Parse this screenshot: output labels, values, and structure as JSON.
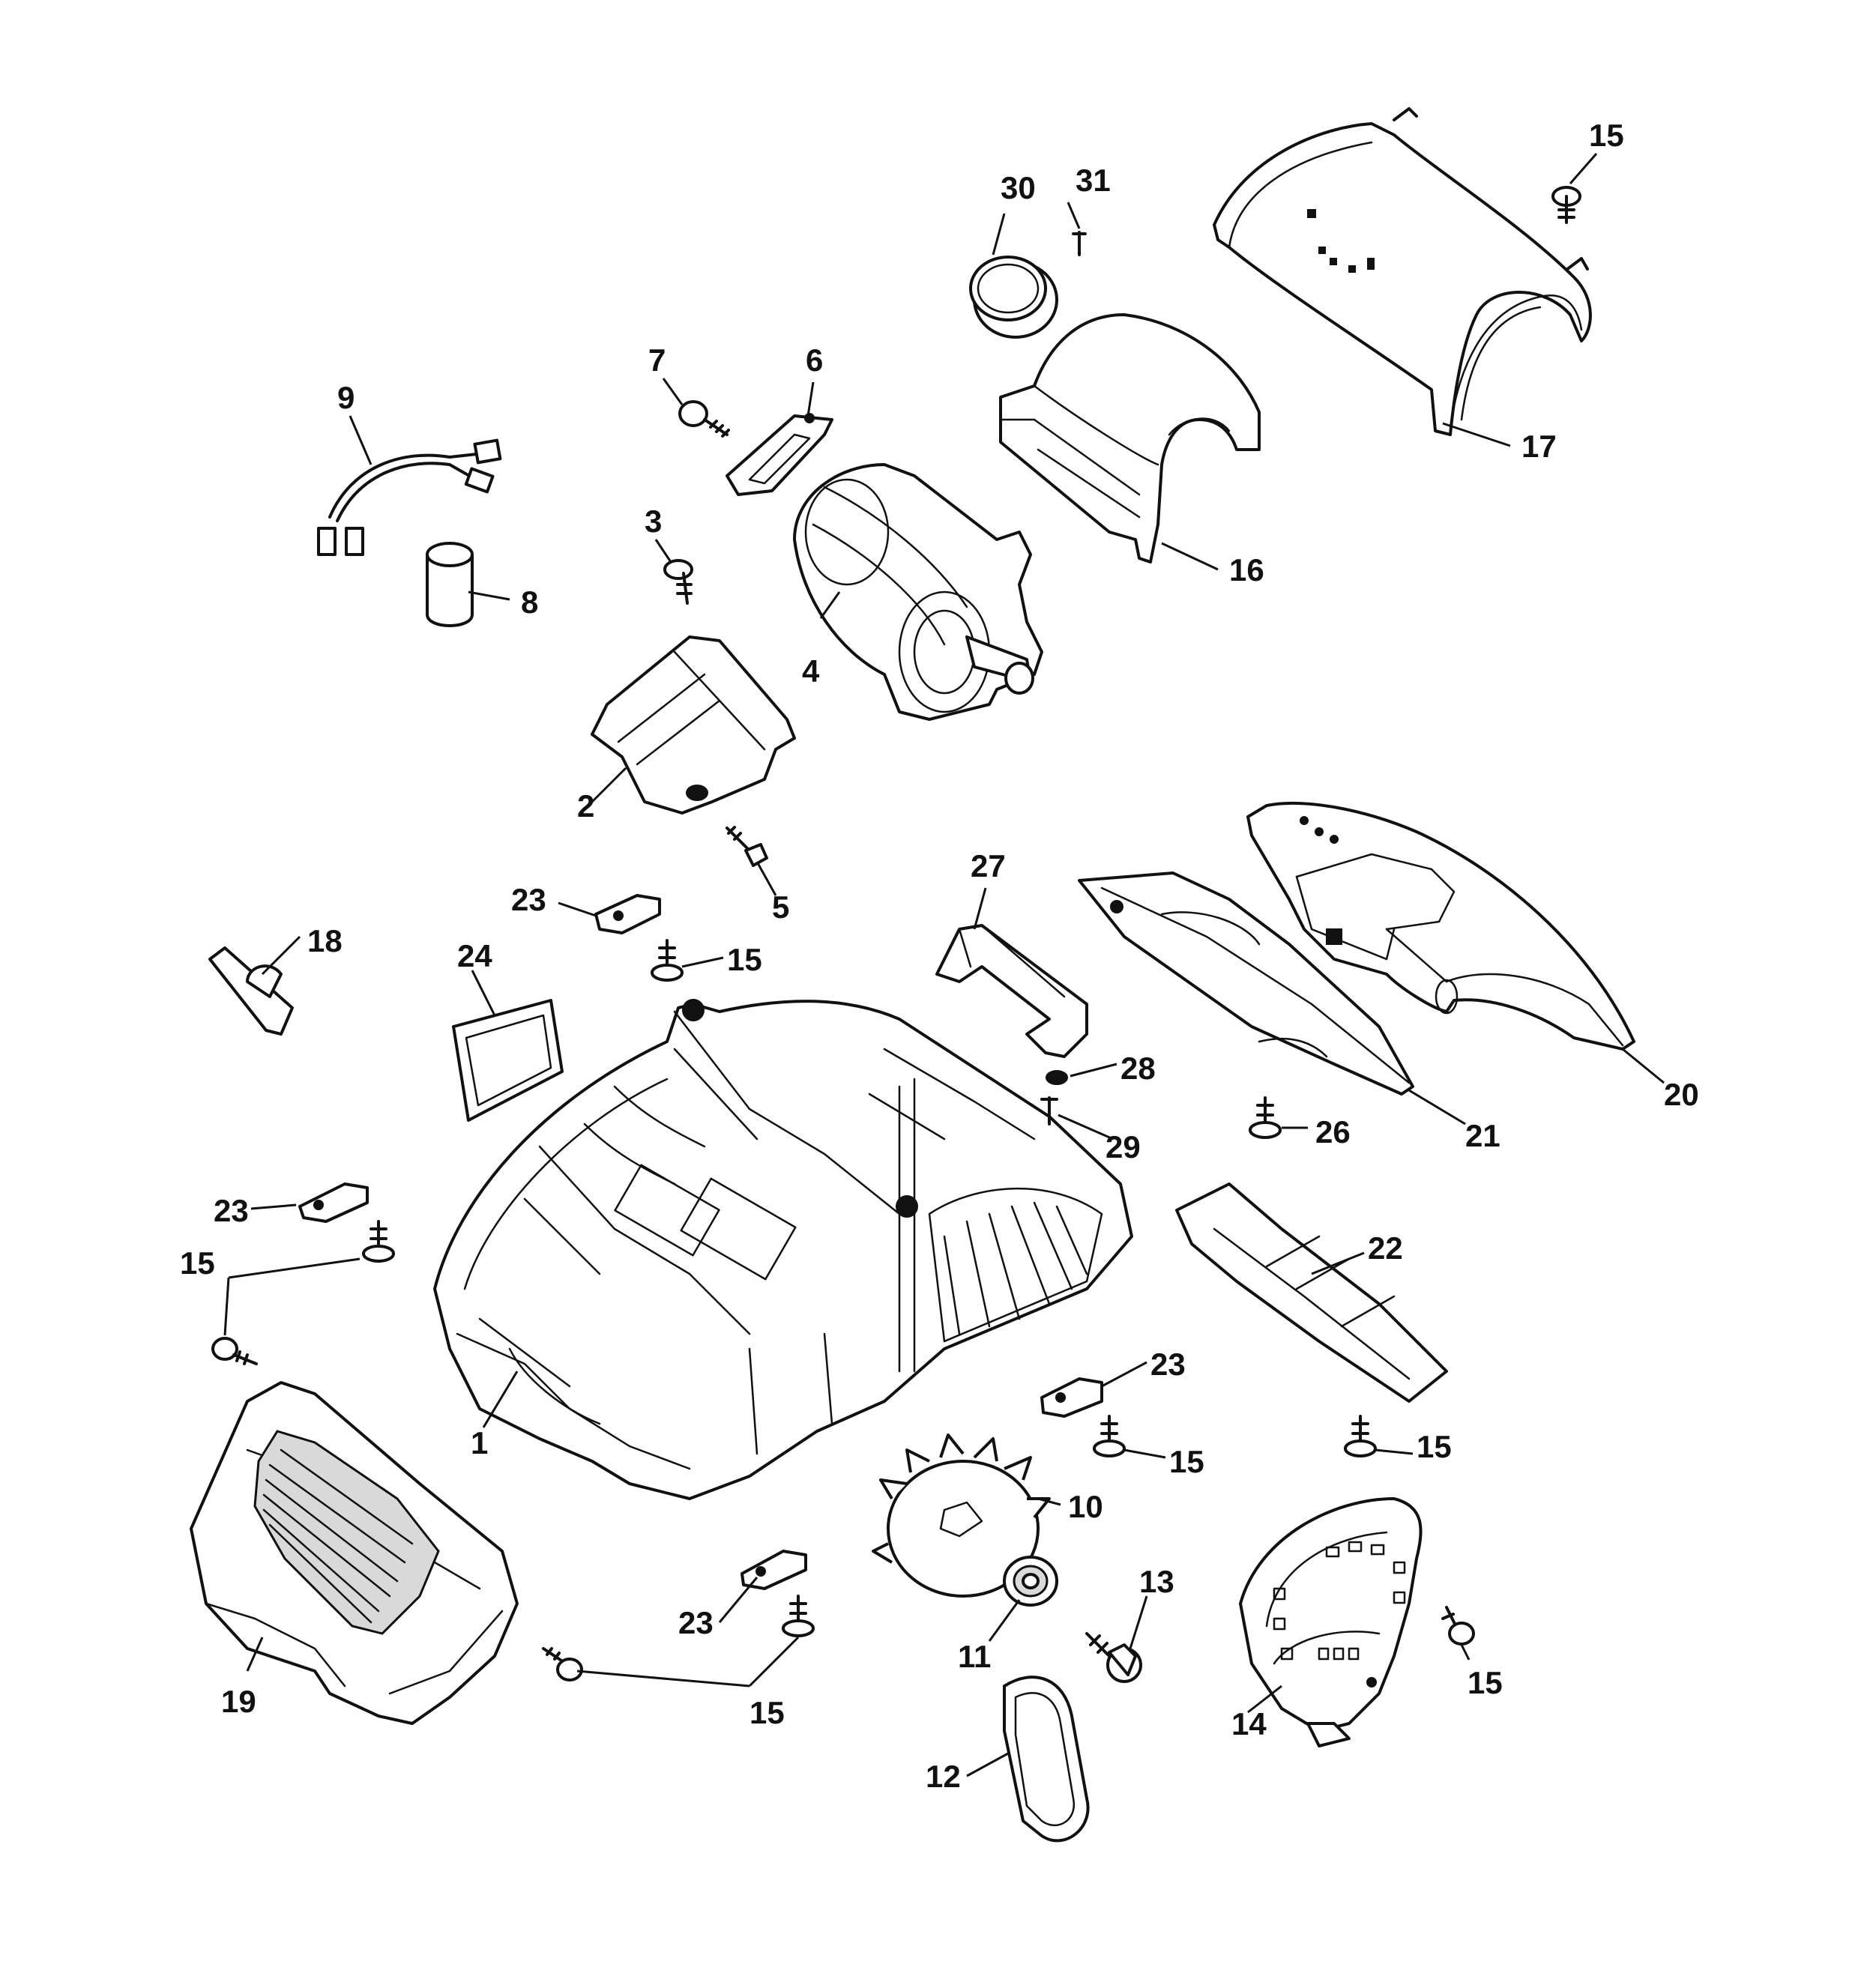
{
  "callouts": [
    {
      "id": "c1",
      "text": "1"
    },
    {
      "id": "c2",
      "text": "2"
    },
    {
      "id": "c3",
      "text": "3"
    },
    {
      "id": "c4",
      "text": "4"
    },
    {
      "id": "c5",
      "text": "5"
    },
    {
      "id": "c6",
      "text": "6"
    },
    {
      "id": "c7",
      "text": "7"
    },
    {
      "id": "c8",
      "text": "8"
    },
    {
      "id": "c9",
      "text": "9"
    },
    {
      "id": "c10",
      "text": "10"
    },
    {
      "id": "c11",
      "text": "11"
    },
    {
      "id": "c12",
      "text": "12"
    },
    {
      "id": "c13",
      "text": "13"
    },
    {
      "id": "c14",
      "text": "14"
    },
    {
      "id": "c15a",
      "text": "15"
    },
    {
      "id": "c15b",
      "text": "15"
    },
    {
      "id": "c15c",
      "text": "15"
    },
    {
      "id": "c15d",
      "text": "15"
    },
    {
      "id": "c15e",
      "text": "15"
    },
    {
      "id": "c15f",
      "text": "15"
    },
    {
      "id": "c15g",
      "text": "15"
    },
    {
      "id": "c16",
      "text": "16"
    },
    {
      "id": "c17",
      "text": "17"
    },
    {
      "id": "c18",
      "text": "18"
    },
    {
      "id": "c19",
      "text": "19"
    },
    {
      "id": "c20",
      "text": "20"
    },
    {
      "id": "c21",
      "text": "21"
    },
    {
      "id": "c22",
      "text": "22"
    },
    {
      "id": "c23a",
      "text": "23"
    },
    {
      "id": "c23b",
      "text": "23"
    },
    {
      "id": "c23c",
      "text": "23"
    },
    {
      "id": "c23d",
      "text": "23"
    },
    {
      "id": "c24",
      "text": "24"
    },
    {
      "id": "c26",
      "text": "26"
    },
    {
      "id": "c27",
      "text": "27"
    },
    {
      "id": "c28",
      "text": "28"
    },
    {
      "id": "c29",
      "text": "29"
    },
    {
      "id": "c30",
      "text": "30"
    },
    {
      "id": "c31",
      "text": "31"
    }
  ]
}
